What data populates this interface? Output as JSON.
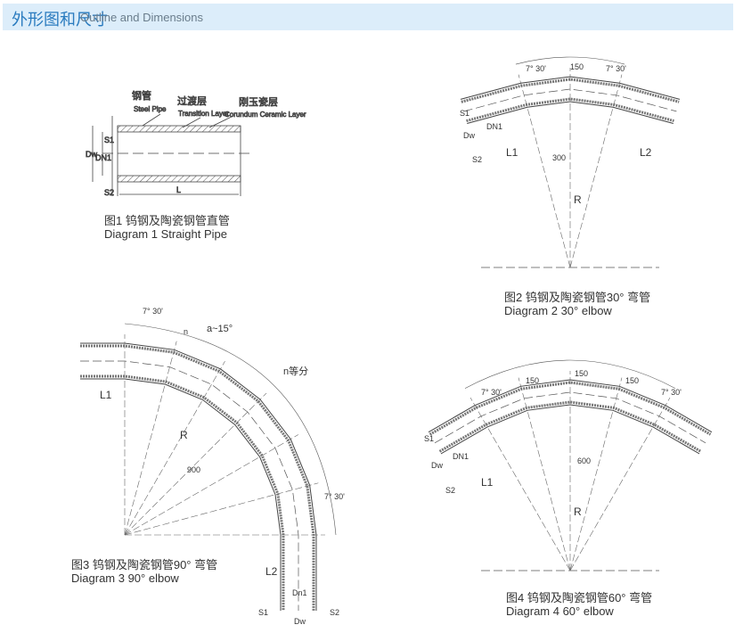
{
  "header": {
    "title_cn": "外形图和尺寸",
    "title_en": "Outline and Dimensions"
  },
  "diagram1": {
    "caption_cn": "图1 钨钢及陶瓷钢管直管",
    "caption_en": "Diagram 1 Straight Pipe",
    "labels": {
      "steel_cn": "钢管",
      "steel_en": "Steel Pipe",
      "trans_cn": "过渡层",
      "trans_en": "Transition Layer",
      "cor_cn": "刚玉瓷层",
      "cor_en": "Corundum Ceramic Layer",
      "dw": "Dw",
      "dn1": "DN1",
      "s1": "S1",
      "s2": "S2",
      "l": "L"
    }
  },
  "diagram2": {
    "caption_cn": "图2 钨钢及陶瓷钢管30° 弯管",
    "caption_en": "Diagram 2 30°  elbow",
    "labels": {
      "angle_l": "7° 30'",
      "angle_r": "7° 30'",
      "seg": "150",
      "l1": "L1",
      "l2": "L2",
      "r": "R",
      "mid": "300",
      "s1": "S1",
      "dn1": "DN1",
      "dw": "Dw",
      "s2": "S2"
    }
  },
  "diagram3": {
    "caption_cn": "图3 钨钢及陶瓷钢管90° 弯管",
    "caption_en": "Diagram 3 90°  elbow",
    "labels": {
      "angle": "7° 30'",
      "a": "a~15°",
      "n": "n",
      "nparts": "n等分",
      "l1": "L1",
      "l2": "L2",
      "r": "R",
      "deg": "900",
      "angle2": "7° 30'",
      "dn1": "Dn1",
      "dw": "Dw",
      "s1": "S1",
      "s2": "S2"
    }
  },
  "diagram4": {
    "caption_cn": "图4 钨钢及陶瓷钢管60° 弯管",
    "caption_en": "Diagram 4 60°  elbow",
    "labels": {
      "angle_l": "7° 30'",
      "angle_r": "7° 30'",
      "seg1": "150",
      "seg2": "150",
      "seg3": "150",
      "l1": "L1",
      "r": "R",
      "deg": "600",
      "s1": "S1",
      "dn1": "DN1",
      "dw": "Dw",
      "s2": "S2"
    }
  }
}
